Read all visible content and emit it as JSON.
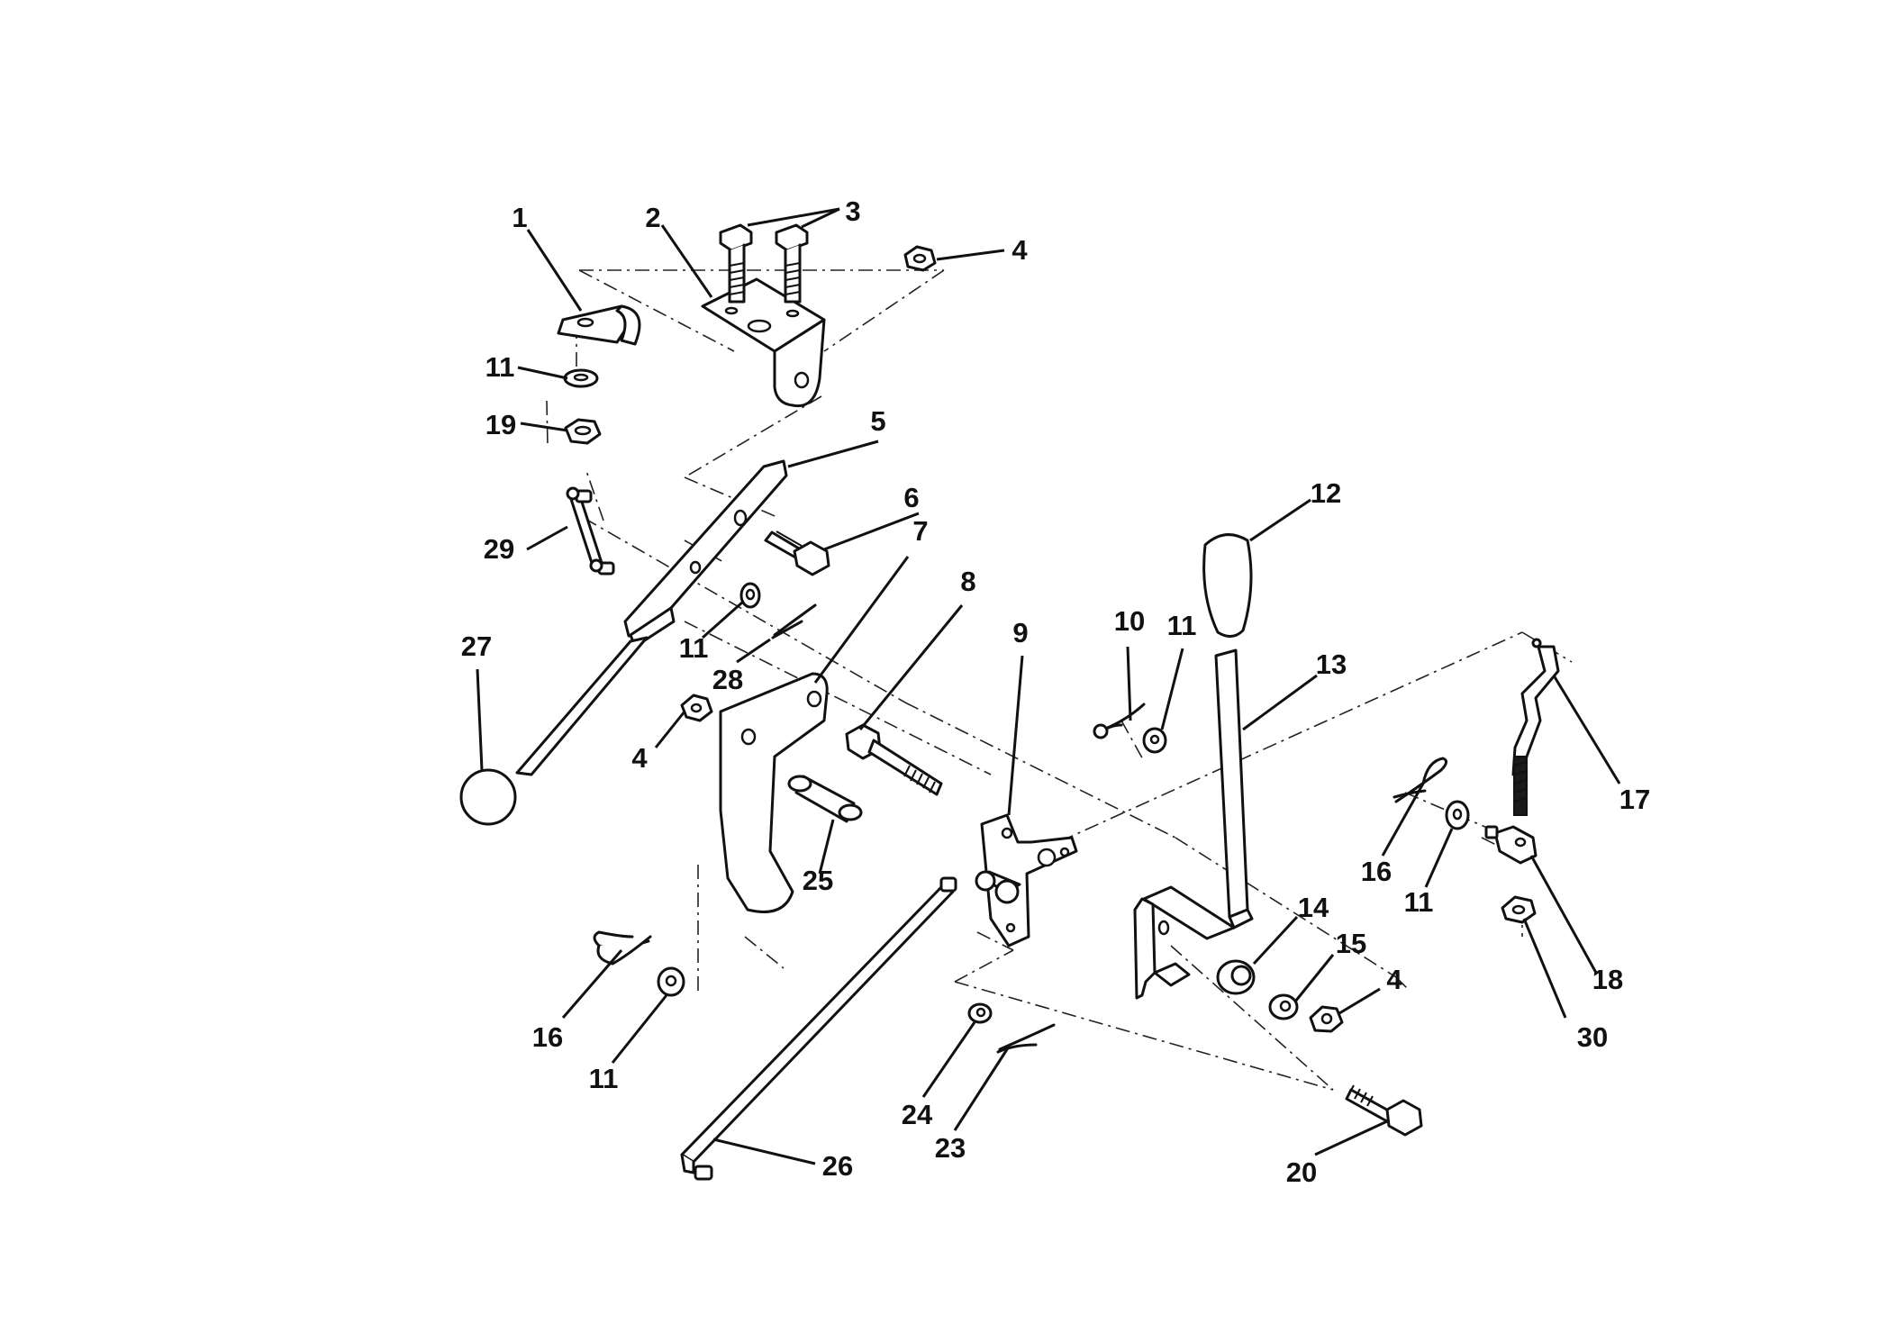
{
  "callouts": [
    {
      "id": "c1",
      "label": "1"
    },
    {
      "id": "c2",
      "label": "2"
    },
    {
      "id": "c3",
      "label": "3"
    },
    {
      "id": "c4a",
      "label": "4"
    },
    {
      "id": "c11a",
      "label": "11"
    },
    {
      "id": "c19",
      "label": "19"
    },
    {
      "id": "c5",
      "label": "5"
    },
    {
      "id": "c6",
      "label": "6"
    },
    {
      "id": "c29",
      "label": "29"
    },
    {
      "id": "c7",
      "label": "7"
    },
    {
      "id": "c27",
      "label": "27"
    },
    {
      "id": "c11b",
      "label": "11"
    },
    {
      "id": "c28",
      "label": "28"
    },
    {
      "id": "c4b",
      "label": "4"
    },
    {
      "id": "c8",
      "label": "8"
    },
    {
      "id": "c9",
      "label": "9"
    },
    {
      "id": "c10",
      "label": "10"
    },
    {
      "id": "c11c",
      "label": "11"
    },
    {
      "id": "c12",
      "label": "12"
    },
    {
      "id": "c13",
      "label": "13"
    },
    {
      "id": "c17",
      "label": "17"
    },
    {
      "id": "c25",
      "label": "25"
    },
    {
      "id": "c16a",
      "label": "16"
    },
    {
      "id": "c11d",
      "label": "11"
    },
    {
      "id": "c18",
      "label": "18"
    },
    {
      "id": "c14",
      "label": "14"
    },
    {
      "id": "c15",
      "label": "15"
    },
    {
      "id": "c4c",
      "label": "4"
    },
    {
      "id": "c30",
      "label": "30"
    },
    {
      "id": "c16b",
      "label": "16"
    },
    {
      "id": "c11e",
      "label": "11"
    },
    {
      "id": "c24",
      "label": "24"
    },
    {
      "id": "c23",
      "label": "23"
    },
    {
      "id": "c26",
      "label": "26"
    },
    {
      "id": "c20",
      "label": "20"
    }
  ]
}
